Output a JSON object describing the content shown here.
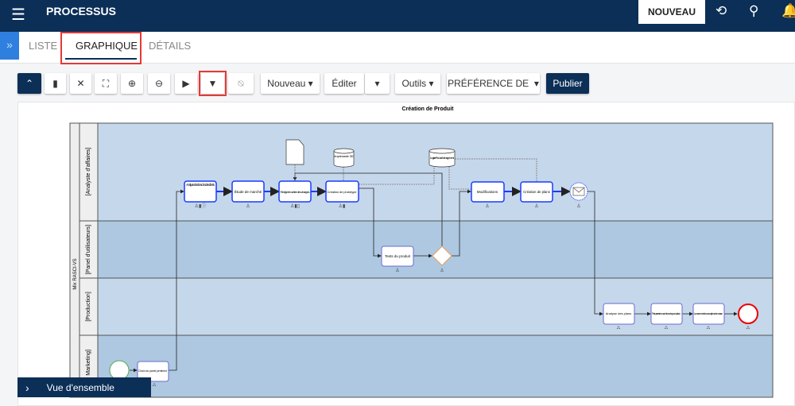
{
  "header": {
    "title": "PROCESSUS",
    "new_button": "NOUVEAU",
    "icons": [
      "menu-icon",
      "history-icon",
      "search-icon",
      "bell-icon"
    ]
  },
  "tabs": [
    {
      "label": "LISTE"
    },
    {
      "label": "GRAPHIQUE",
      "active": true
    },
    {
      "label": "DÉTAILS"
    }
  ],
  "toolbar": {
    "nouveau": "Nouveau",
    "editer": "Éditer",
    "outils": "Outils",
    "preference": "PRÉFÉRENCE DE",
    "publier": "Publier"
  },
  "diagram": {
    "title": "Création de Produit",
    "pool": "Mix RASCI-VS",
    "lanes": [
      "[Analyste d'affaires]",
      "[Panel d'utilisateurs]",
      "[Production]",
      "[Service Marketing]"
    ],
    "tasks": {
      "analyse_besoins": "Analyse des besoins des clients",
      "etude_marche": "Étude de marché",
      "rediger": "Rédiger le cahier des charges",
      "creation_prototype": "Création de prototype",
      "modifications": "Modifications",
      "creation_plans": "Création de plans",
      "tests": "Tests du produit",
      "analyse_plans": "Analyse des plans",
      "preparer": "Préparer les machines de production",
      "lancement": "Lancement de conception de masse",
      "choix_panel": "Choix du panel pertinent"
    },
    "data_stores": {
      "imprimante": "Imprimante 3D",
      "logiciel": "Logiciel Product Management"
    }
  },
  "overview": {
    "label": "Vue d'ensemble"
  }
}
